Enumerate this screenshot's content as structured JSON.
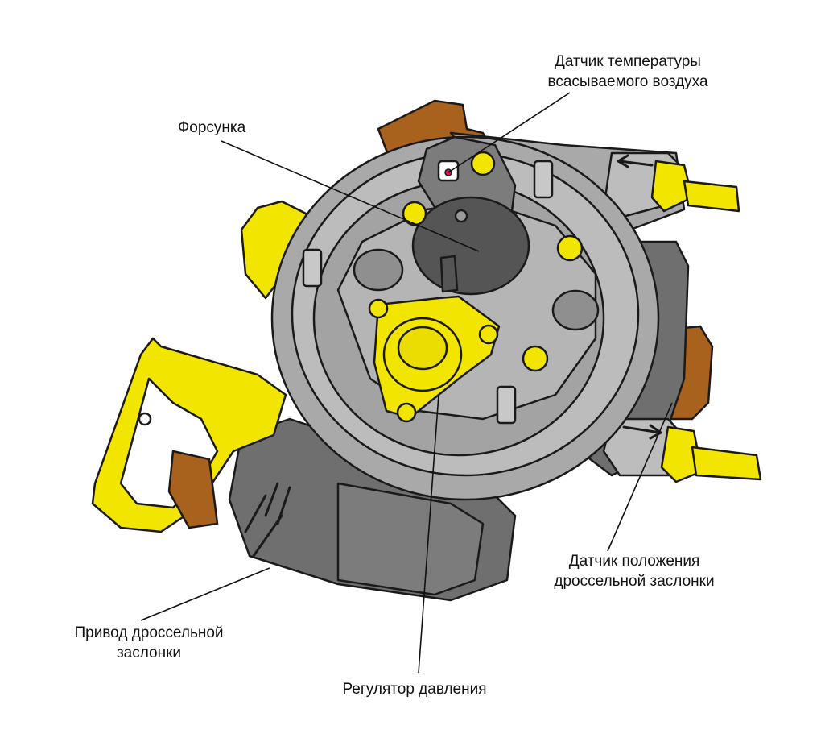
{
  "labels": {
    "intake_air_temp_sensor": {
      "line1": "Датчик температуры",
      "line2": "всасываемого воздуха"
    },
    "injector": {
      "line1": "Форсунка"
    },
    "throttle_position_sensor": {
      "line1": "Датчик положения",
      "line2": "дроссельной заслонки"
    },
    "throttle_actuator": {
      "line1": "Привод дроссельной",
      "line2": "заслонки"
    },
    "pressure_regulator": {
      "line1": "Регулятор давления"
    }
  },
  "colors": {
    "body_gray": "#a9a9a9",
    "dark_gray": "#6f6f6f",
    "highlight_yellow": "#f2e600",
    "connector_brown": "#a8621e",
    "outline": "#1a1a1a"
  }
}
